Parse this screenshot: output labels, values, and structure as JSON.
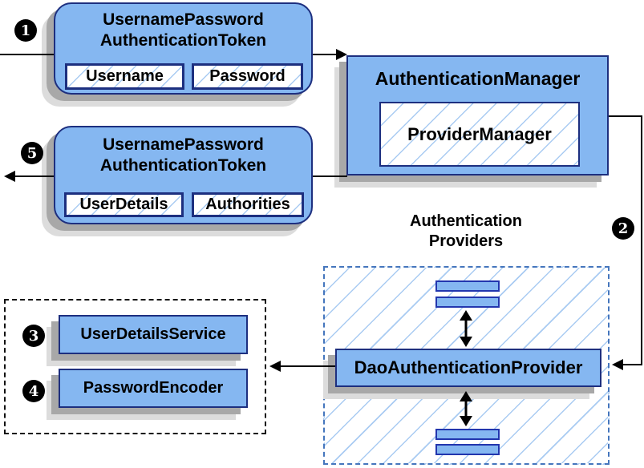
{
  "steps": {
    "s1": "1",
    "s2": "2",
    "s3": "3",
    "s4": "4",
    "s5": "5"
  },
  "request_token": {
    "title_line1": "UsernamePassword",
    "title_line2": "AuthenticationToken",
    "field1": "Username",
    "field2": "Password"
  },
  "response_token": {
    "title_line1": "UsernamePassword",
    "title_line2": "AuthenticationToken",
    "field1": "UserDetails",
    "field2": "Authorities"
  },
  "auth_manager": {
    "title": "AuthenticationManager",
    "inner": "ProviderManager"
  },
  "providers": {
    "label_line1": "Authentication",
    "label_line2": "Providers",
    "dao": "DaoAuthenticationProvider"
  },
  "services": {
    "user_details_service": "UserDetailsService",
    "password_encoder": "PasswordEncoder"
  },
  "colors": {
    "node_fill": "#85b7f1",
    "node_border": "#1d2f7f",
    "hatch_line": "#a9cbf2",
    "providers_dash": "#4576bd",
    "services_dash": "#111111",
    "shadow_dark": "#a8a8a8",
    "shadow_light": "#dcdcdc",
    "arrow": "#000000",
    "marker_bg": "#000000",
    "marker_text": "#ffffff"
  }
}
